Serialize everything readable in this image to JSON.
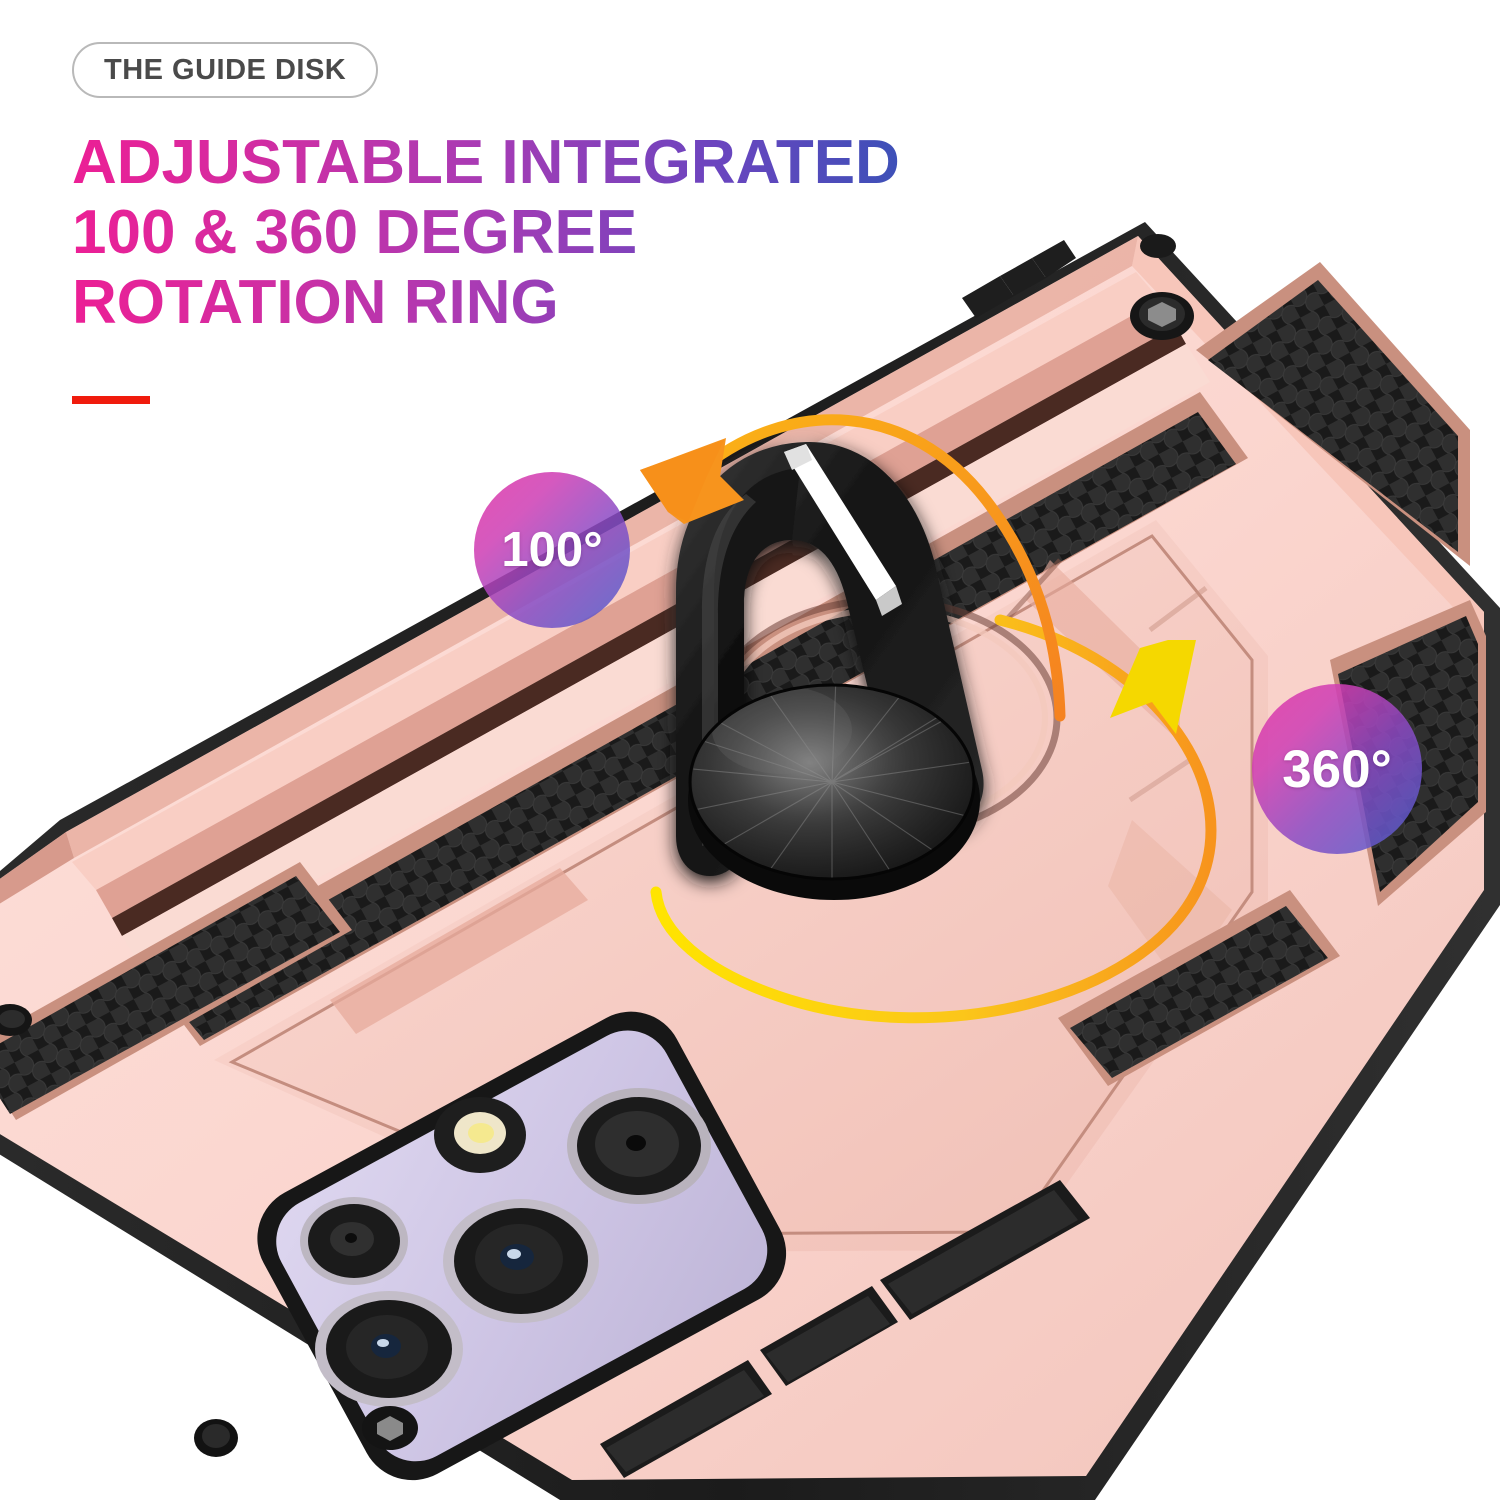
{
  "page": {
    "background_color": "#ffffff",
    "product": "phone case with integrated rotation ring kickstand",
    "case_color": "rose gold / pink"
  },
  "badge": {
    "label": "THE GUIDE DISK",
    "text_color": "#4a4a4a",
    "border_color": "#b9b9b9"
  },
  "headline": {
    "line1": "ADJUSTABLE INTEGRATED",
    "line2": "100 & 360 DEGREE",
    "line3": "ROTATION RING",
    "gradient_start": "#ec1f95",
    "gradient_end": "#2b55b5"
  },
  "accent": {
    "rule_color": "#f01b0d"
  },
  "callouts": [
    {
      "label": "100°",
      "name": "tilt-angle"
    },
    {
      "label": "360°",
      "name": "rotation-angle"
    }
  ],
  "arrows": {
    "tilt_arrow_color": "#f7941d",
    "rotation_arrow_color": "#f5d800"
  },
  "colors": {
    "case_face": "#fbd8d2",
    "case_bevel_light": "#f6bdb2",
    "case_bevel_dark": "#c98d82",
    "case_groove": "#3a1f1a",
    "texture_black": "#1d1d1d",
    "stud_black": "#343434",
    "ring_black": "#161616",
    "camera_plate": "#cfc7e6",
    "tpu_edge": "#242424",
    "ring_highlight": "#ffffff"
  }
}
